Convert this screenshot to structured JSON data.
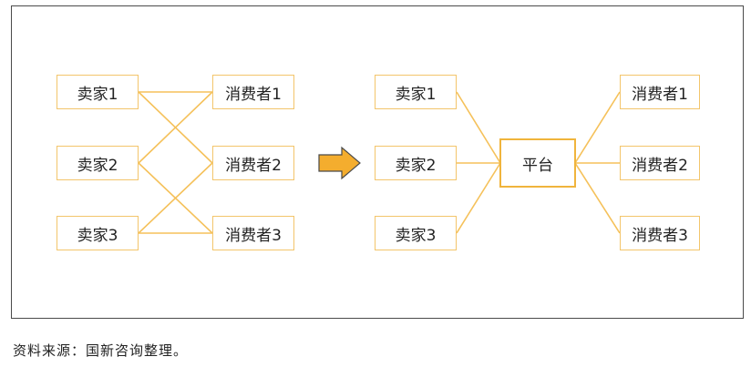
{
  "left_diagram": {
    "sellers": [
      "卖家1",
      "卖家2",
      "卖家3"
    ],
    "consumers": [
      "消费者1",
      "消费者2",
      "消费者3"
    ]
  },
  "right_diagram": {
    "sellers": [
      "卖家1",
      "卖家2",
      "卖家3"
    ],
    "platform": "平台",
    "consumers": [
      "消费者1",
      "消费者2",
      "消费者3"
    ]
  },
  "caption": "资料来源：国新咨询整理。",
  "colors": {
    "connector": "#f5c15a",
    "node_border": "#f3c56b",
    "platform_border": "#f0b43c",
    "arrow_fill": "#f4ad2e",
    "arrow_stroke": "#4a4a4a",
    "frame_border": "#4a4a4a"
  }
}
